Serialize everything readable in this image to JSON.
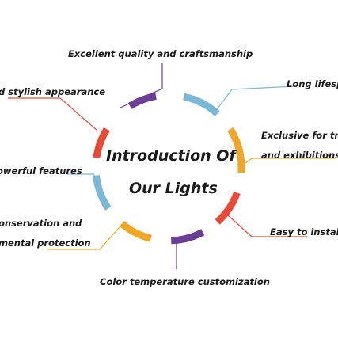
{
  "title_lines": [
    "Introduction Of",
    "Our Lights"
  ],
  "colors": {
    "purple": "#6b3f97",
    "blue": "#7bb8d8",
    "orange": "#f0a626",
    "red": "#e94a35",
    "text": "#1a1a1a"
  },
  "features": [
    {
      "lines": [
        "Excellent quality and craftsmanship"
      ],
      "color": "purple"
    },
    {
      "lines": [
        "Long lifesp"
      ],
      "color": "blue"
    },
    {
      "lines": [
        "Exclusive for tra",
        "and exhibitions"
      ],
      "color": "orange"
    },
    {
      "lines": [
        "Easy to install"
      ],
      "color": "red"
    },
    {
      "lines": [
        "Color temperature customization"
      ],
      "color": "purple"
    },
    {
      "lines": [
        "onservation and",
        "mental protection"
      ],
      "color": "orange"
    },
    {
      "lines": [
        "owerful features"
      ],
      "color": "blue"
    },
    {
      "lines": [
        "d stylish appearance"
      ],
      "color": "red"
    }
  ]
}
